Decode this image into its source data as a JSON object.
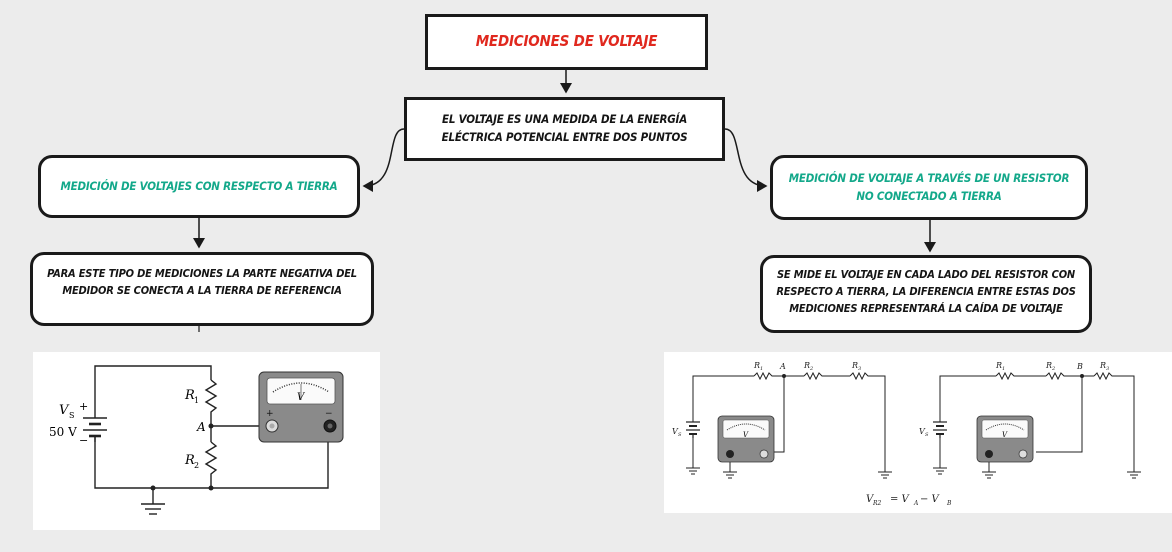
{
  "title": "Mediciones de voltaje",
  "definition": "El voltaje es una medida de la energía eléctrica potencial entre dos puntos",
  "left_branch": {
    "heading": "Medición de voltajes con respecto a tierra",
    "description": "Para este tipo de mediciones la parte negativa del medidor se conecta a la tierra de referencia",
    "circuit": {
      "source_label": "V",
      "source_sub": "S",
      "source_value": "50 V",
      "r1_label": "R",
      "r1_sub": "1",
      "r2_label": "R",
      "r2_sub": "2",
      "node_label": "A",
      "meter_label": "V",
      "plus": "+",
      "minus": "−"
    }
  },
  "right_branch": {
    "heading": "Medición de voltaje a través de un resistor no conectado a tierra",
    "description": "Se mide el voltaje en cada lado del resistor con respecto a tierra, la diferencia entre estas dos mediciones representará la caída de voltaje",
    "circuit": {
      "r1": "R",
      "r1_sub": "1",
      "r2": "R",
      "r2_sub": "2",
      "r3": "R",
      "r3_sub": "3",
      "node_a": "A",
      "node_b": "B",
      "source": "V",
      "source_sub": "S",
      "meter": "V",
      "equation": "V",
      "equation_sub": "R2",
      "equation_rhs": "= V",
      "equation_rhs_sub1": "A",
      "equation_minus": " − V",
      "equation_rhs_sub2": "B"
    }
  },
  "colors": {
    "title": "#e0281e",
    "heading": "#13a88a",
    "text": "#151515",
    "border": "#1a1a1a",
    "background": "#ececec"
  }
}
